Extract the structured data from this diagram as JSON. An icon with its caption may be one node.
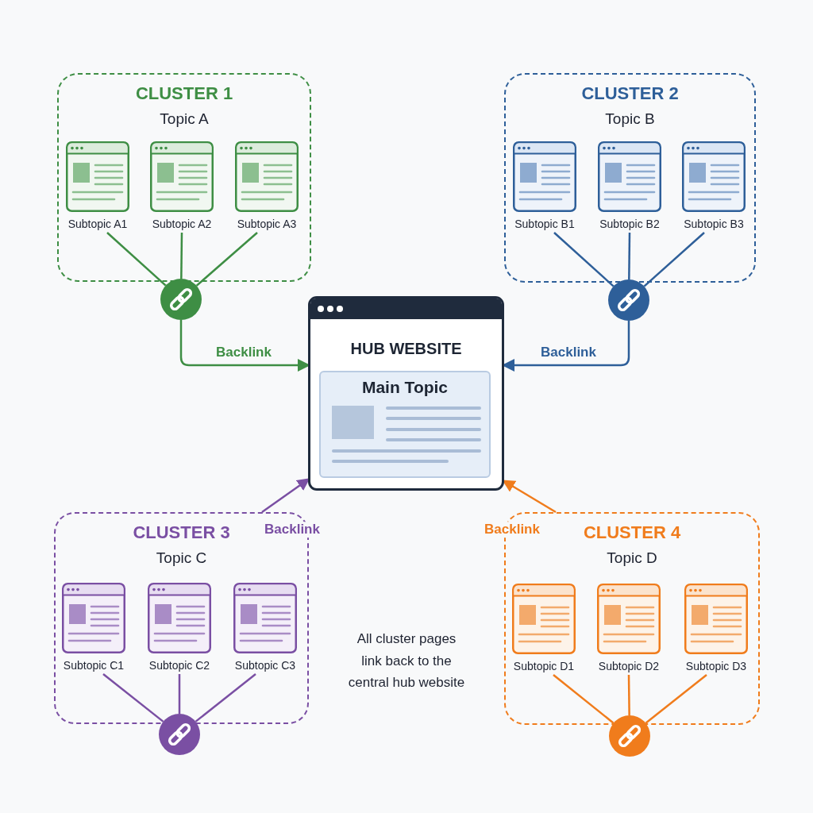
{
  "diagram": {
    "nodes": [
      {
        "text": [
          "CLUSTER 1",
          "Topic A"
        ]
      },
      {
        "text": [
          "Subtopic A1"
        ],
        "in": 0
      },
      {
        "text": [
          "Subtopic A2"
        ],
        "in": 0
      },
      {
        "text": [
          "Subtopic A3"
        ],
        "in": 0
      },
      {
        "text": [],
        "shape": "circle"
      },
      {
        "text": [
          "CLUSTER 2",
          "Topic B"
        ]
      },
      {
        "text": [
          "Subtopic B1"
        ],
        "in": 5
      },
      {
        "text": [
          "Subtopic B2"
        ],
        "in": 5
      },
      {
        "text": [
          "Subtopic B3"
        ],
        "in": 5
      },
      {
        "text": [],
        "shape": "circle"
      },
      {
        "text": [
          "HUB WEBSITE"
        ]
      },
      {
        "text": [
          "Main Topic"
        ],
        "in": 10
      },
      {
        "text": [
          "CLUSTER 3",
          "Topic C"
        ]
      },
      {
        "text": [
          "Subtopic C1"
        ],
        "in": 12
      },
      {
        "text": [
          "Subtopic C2"
        ],
        "in": 12
      },
      {
        "text": [
          "Subtopic C3"
        ],
        "in": 12
      },
      {
        "text": [],
        "shape": "circle"
      },
      {
        "text": [
          "CLUSTER 4",
          "Topic D"
        ]
      },
      {
        "text": [
          "Subtopic D1"
        ],
        "in": 17
      },
      {
        "text": [
          "Subtopic D2"
        ],
        "in": 17
      },
      {
        "text": [
          "Subtopic D3"
        ],
        "in": 17
      },
      {
        "text": [],
        "shape": "circle"
      }
    ],
    "edges": [
      {
        "from": 1,
        "to": 4,
        "arrow": "none",
        "color": "#3e8e44"
      },
      {
        "from": 2,
        "to": 4,
        "arrow": "none",
        "color": "#3e8e44"
      },
      {
        "from": 3,
        "to": 4,
        "arrow": "none",
        "color": "#3e8e44"
      },
      {
        "from": 4,
        "to": 10,
        "arrow": "to",
        "label": "Backlink",
        "color": "#3e8e44"
      },
      {
        "from": 6,
        "to": 9,
        "arrow": "none",
        "color": "#2e5f99"
      },
      {
        "from": 7,
        "to": 9,
        "arrow": "none",
        "color": "#2e5f99"
      },
      {
        "from": 8,
        "to": 9,
        "arrow": "none",
        "color": "#2e5f99"
      },
      {
        "from": 9,
        "to": 10,
        "arrow": "to",
        "label": "Backlink",
        "color": "#2e5f99"
      },
      {
        "from": 13,
        "to": 16,
        "arrow": "none",
        "color": "#7a4fa3"
      },
      {
        "from": 14,
        "to": 16,
        "arrow": "none",
        "color": "#7a4fa3"
      },
      {
        "from": 15,
        "to": 16,
        "arrow": "none",
        "color": "#7a4fa3"
      },
      {
        "from": 12,
        "to": 10,
        "arrow": "to",
        "label": "Backlink",
        "color": "#7a4fa3"
      },
      {
        "from": 18,
        "to": 21,
        "arrow": "none",
        "color": "#f07c1c"
      },
      {
        "from": 19,
        "to": 21,
        "arrow": "none",
        "color": "#f07c1c"
      },
      {
        "from": 20,
        "to": 21,
        "arrow": "none",
        "color": "#f07c1c"
      },
      {
        "from": 17,
        "to": 10,
        "arrow": "to",
        "label": "Backlink",
        "color": "#f07c1c"
      }
    ],
    "labels": [
      "All cluster pages link back to the central hub website"
    ]
  }
}
